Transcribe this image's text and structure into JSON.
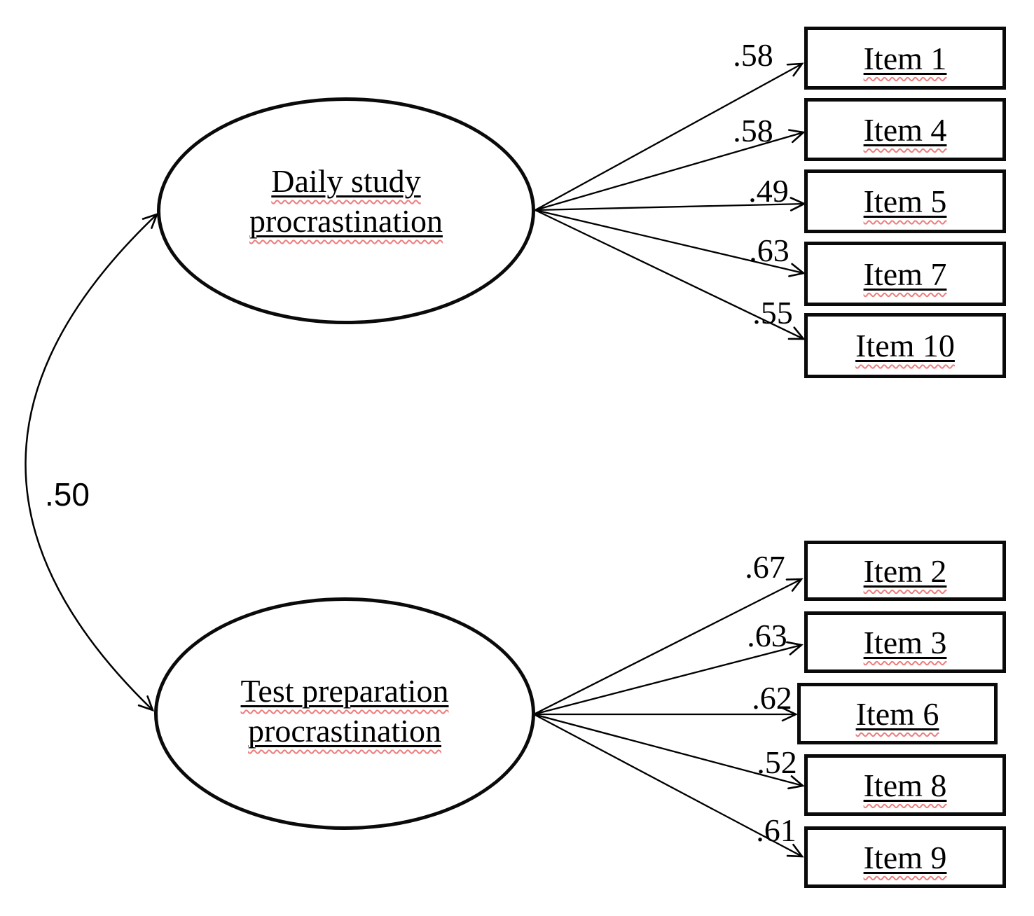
{
  "diagram": {
    "covariance": {
      "value": ".50"
    },
    "factors": [
      {
        "name_line1": "Daily study",
        "name_line2": "procrastination",
        "items": [
          {
            "label": "Item 1",
            "loading": ".58"
          },
          {
            "label": "Item 4",
            "loading": ".58"
          },
          {
            "label": "Item 5",
            "loading": ".49"
          },
          {
            "label": "Item 7",
            "loading": ".63"
          },
          {
            "label": "Item 10",
            "loading": ".55"
          }
        ]
      },
      {
        "name_line1": "Test preparation",
        "name_line2": "procrastination",
        "items": [
          {
            "label": "Item 2",
            "loading": ".67"
          },
          {
            "label": "Item 3",
            "loading": ".63"
          },
          {
            "label": "Item 6",
            "loading": ".62"
          },
          {
            "label": "Item 8",
            "loading": ".52"
          },
          {
            "label": "Item 9",
            "loading": ".61"
          }
        ]
      }
    ],
    "colors": {
      "line": "#000000",
      "text": "#000000",
      "spellcheck_squiggle": "#ee7d7d",
      "background": "#ffffff"
    }
  }
}
